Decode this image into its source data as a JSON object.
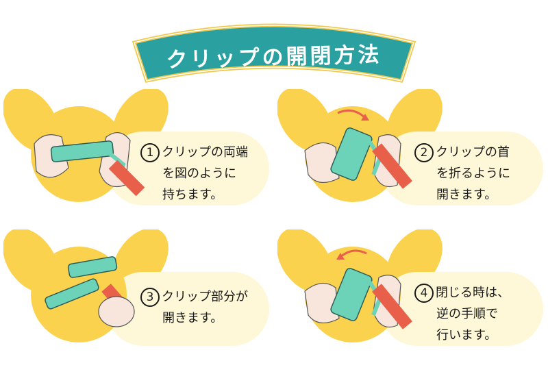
{
  "header": {
    "title": "クリップの開閉方法"
  },
  "steps": [
    {
      "number": "1",
      "lines": [
        "クリップの両端",
        "を図のように",
        "持ちます。"
      ]
    },
    {
      "number": "2",
      "lines": [
        "クリップの首",
        "を折るように",
        "開きます。"
      ]
    },
    {
      "number": "3",
      "lines": [
        "クリップ部分が",
        "開きます。"
      ]
    },
    {
      "number": "4",
      "lines": [
        "閉じる時は、",
        "逆の手順で",
        "行います。"
      ]
    }
  ],
  "colors": {
    "banner_teal": "#2aa0a0",
    "banner_edge": "#f2c84b",
    "dog_yellow": "#fbd24e",
    "caption_bg": "#fff8d8",
    "clip_green": "#6cd2b8",
    "collar_red": "#e8604a",
    "arrow_red": "#e8604a"
  },
  "icons": [
    "dog-head-illustration",
    "clip-illustration",
    "hand-illustration",
    "rotate-arrow-icon"
  ]
}
